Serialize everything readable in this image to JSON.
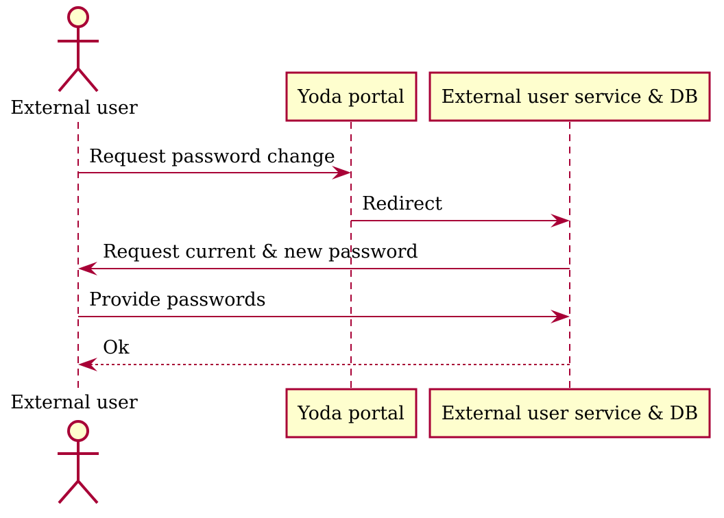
{
  "colors": {
    "line": "#a80036",
    "box_fill": "#fefece",
    "actor_fill": "#fefece",
    "text": "#000000",
    "background": "#ffffff"
  },
  "participants": [
    {
      "id": "user",
      "kind": "actor",
      "label": "External user"
    },
    {
      "id": "portal",
      "kind": "participant",
      "label": "Yoda portal"
    },
    {
      "id": "service",
      "kind": "participant",
      "label": "External user service & DB"
    }
  ],
  "messages": [
    {
      "from": "user",
      "to": "portal",
      "label": "Request password change",
      "style": "solid"
    },
    {
      "from": "portal",
      "to": "service",
      "label": "Redirect",
      "style": "solid"
    },
    {
      "from": "service",
      "to": "user",
      "label": "Request current & new password",
      "style": "solid"
    },
    {
      "from": "user",
      "to": "service",
      "label": "Provide passwords",
      "style": "solid"
    },
    {
      "from": "service",
      "to": "user",
      "label": "Ok",
      "style": "dashed"
    }
  ]
}
